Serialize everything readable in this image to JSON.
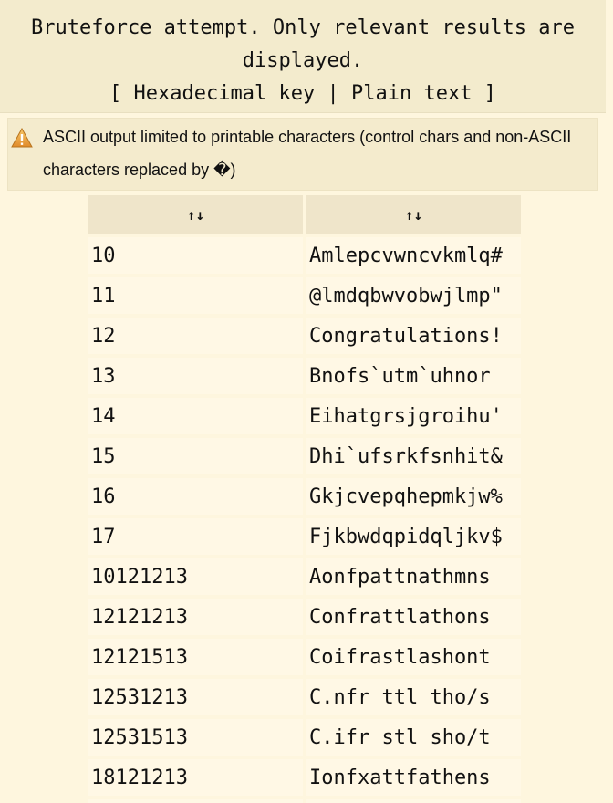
{
  "header": {
    "line1": "Bruteforce attempt. Only relevant results are",
    "line2": "displayed.",
    "bracket_open": "[ ",
    "link_hex": "Hexadecimal key",
    "separator": " | ",
    "link_plain": "Plain text",
    "bracket_close": " ]"
  },
  "warning": {
    "icon": "warning-triangle-icon",
    "icon_color": "#e8a33d",
    "text": "ASCII output limited to printable characters (control chars and non-ASCII characters replaced by �)"
  },
  "table": {
    "headers": [
      {
        "sort_icon": "↑↓"
      },
      {
        "sort_icon": "↑↓"
      }
    ],
    "rows": [
      {
        "key": "10",
        "text": "Amlepcvwncvkmlq#"
      },
      {
        "key": "11",
        "text": "@lmdqbwvobwjlmp\""
      },
      {
        "key": "12",
        "text": "Congratulations!"
      },
      {
        "key": "13",
        "text": "Bnofs`utm`uhnor"
      },
      {
        "key": "14",
        "text": "Eihatgrsjgroihu'"
      },
      {
        "key": "15",
        "text": "Dhi`ufsrkfsnhit&"
      },
      {
        "key": "16",
        "text": "Gkjcvepqhepmkjw%"
      },
      {
        "key": "17",
        "text": "Fjkbwdqpidqljkv$"
      },
      {
        "key": "10121213",
        "text": "Aonfpattnathmns"
      },
      {
        "key": "12121213",
        "text": "Confrattlathons"
      },
      {
        "key": "12121513",
        "text": "Coifrastlashont"
      },
      {
        "key": "12531213",
        "text": "C.nfr ttl tho/s"
      },
      {
        "key": "12531513",
        "text": "C.ifr stl sho/t"
      },
      {
        "key": "18121213",
        "text": "Ionfxattfathens"
      },
      {
        "key": "",
        "text": ""
      }
    ]
  }
}
